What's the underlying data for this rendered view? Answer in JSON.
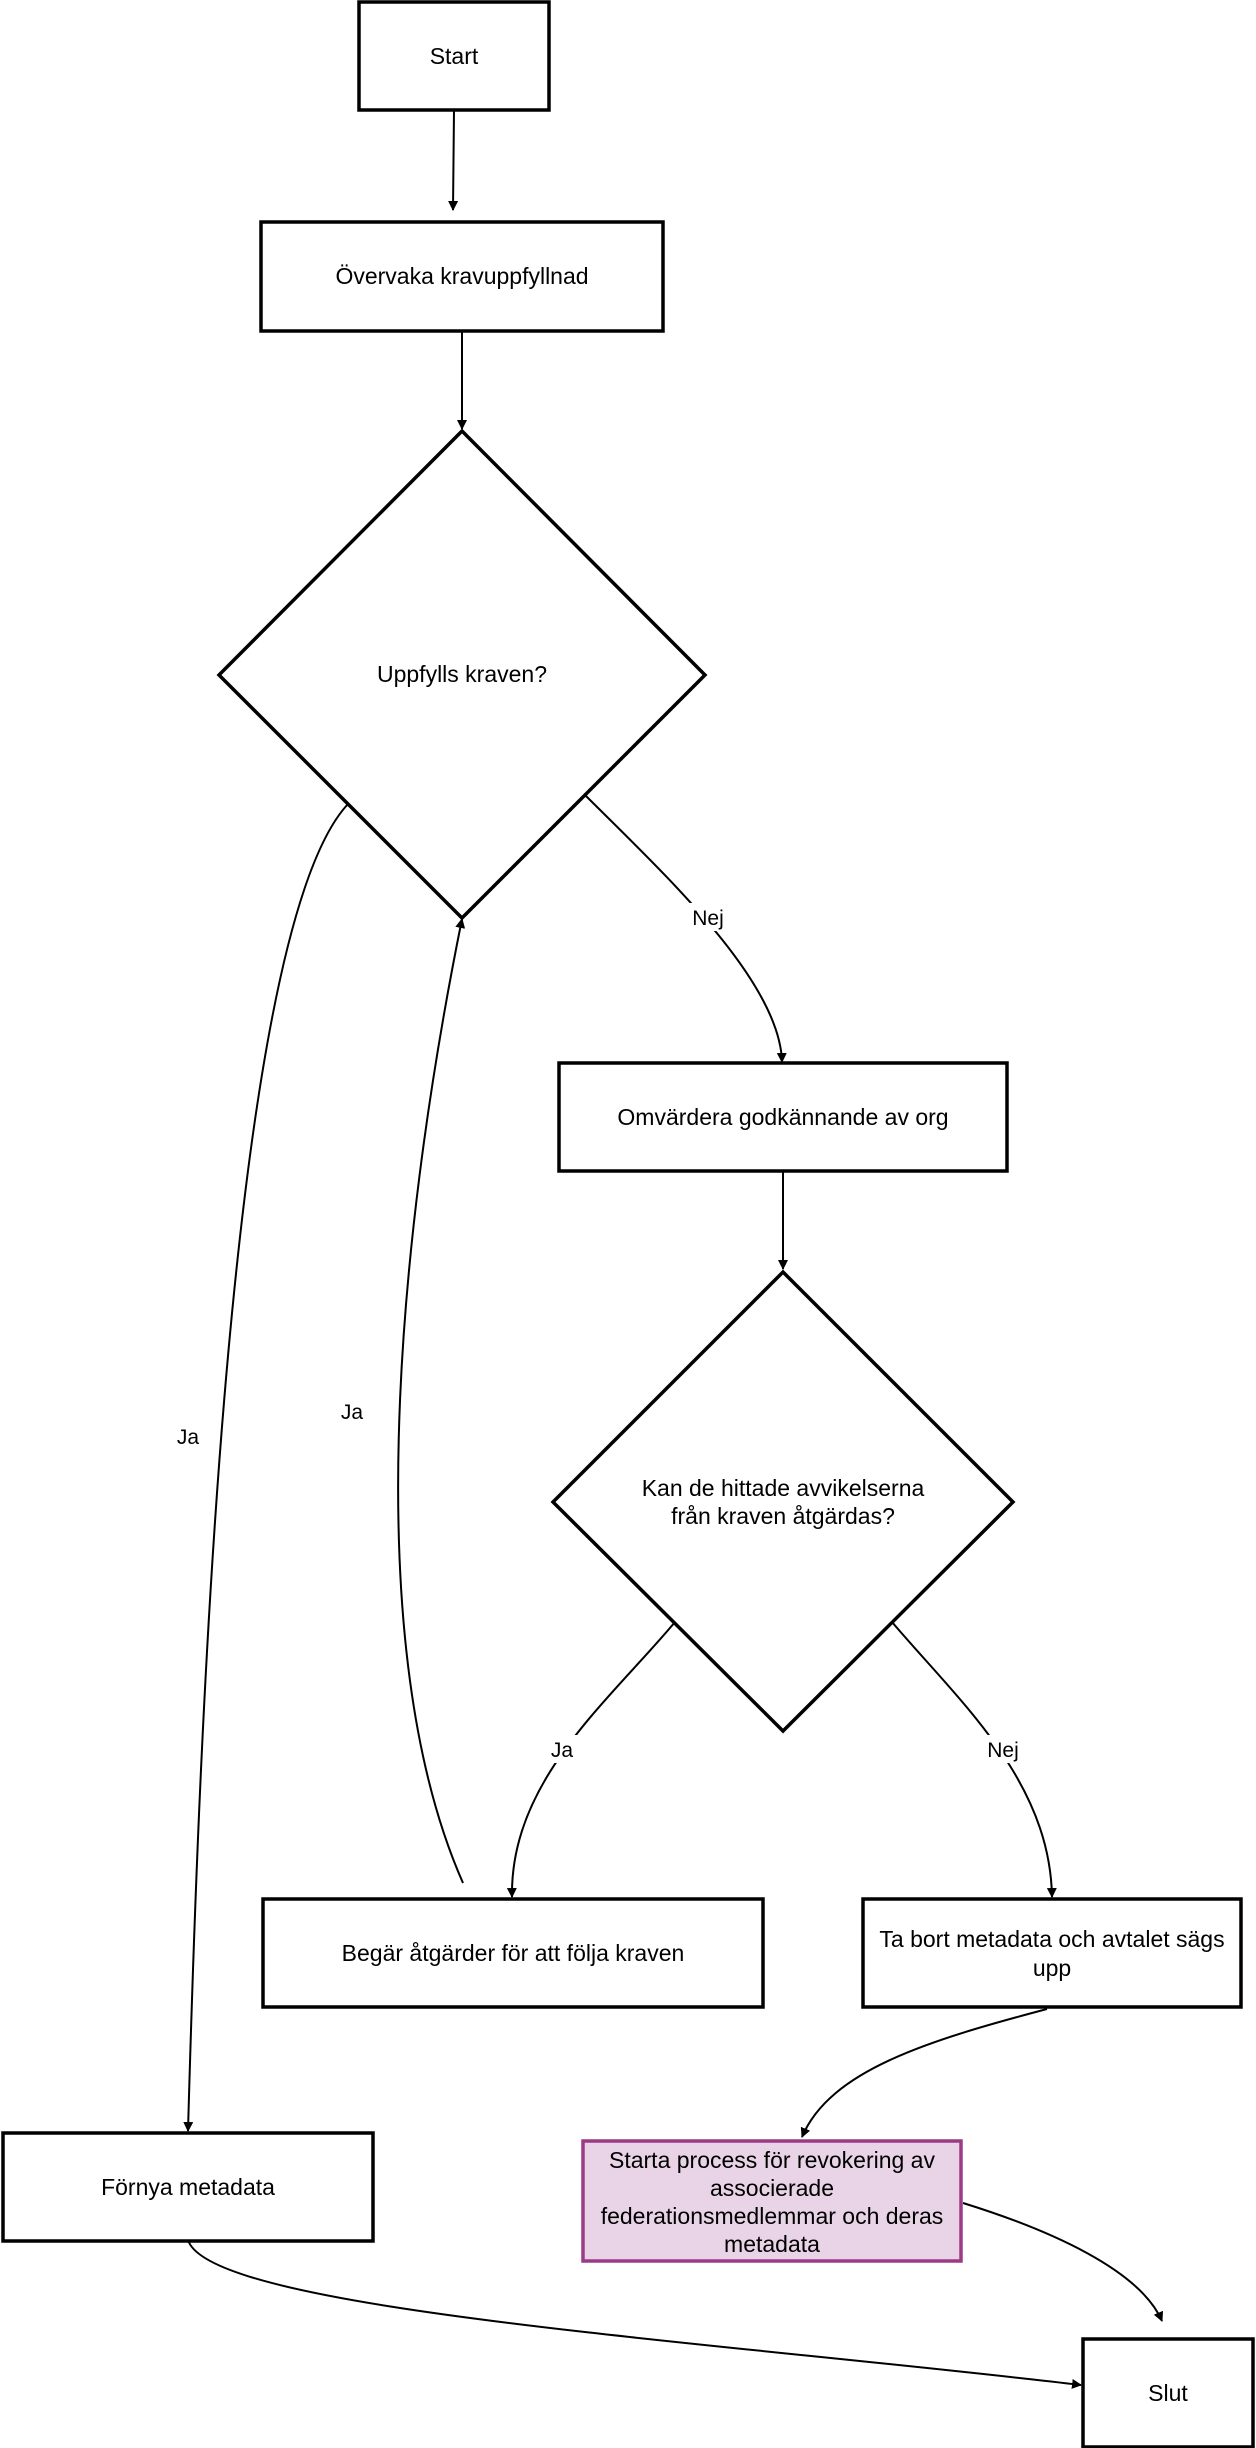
{
  "colors": {
    "stroke": "#000000",
    "fill": "#ffffff",
    "highlight_fill": "#e8d4e6",
    "highlight_stroke": "#9b3b86"
  },
  "nodes": {
    "start": "Start",
    "monitor": "Övervaka kravuppfyllnad",
    "decision1": "Uppfylls kraven?",
    "reevaluate": "Omvärdera godkännande av org",
    "decision2_line1": "Kan de hittade avvikelserna",
    "decision2_line2": "från kraven åtgärdas?",
    "request_action": "Begär åtgärder för att följa kraven",
    "remove_line1": "Ta bort metadata och avtalet sägs",
    "remove_line2": "upp",
    "renew": "Förnya metadata",
    "revoke_line1": "Starta process för revokering av",
    "revoke_line2": "associerade",
    "revoke_line3": "federationsmedlemmar och deras",
    "revoke_line4": "metadata",
    "end": "Slut"
  },
  "edge_labels": {
    "d1_no": "Nej",
    "d1_yes": "Ja",
    "action_back_yes": "Ja",
    "d2_yes": "Ja",
    "d2_no": "Nej"
  }
}
